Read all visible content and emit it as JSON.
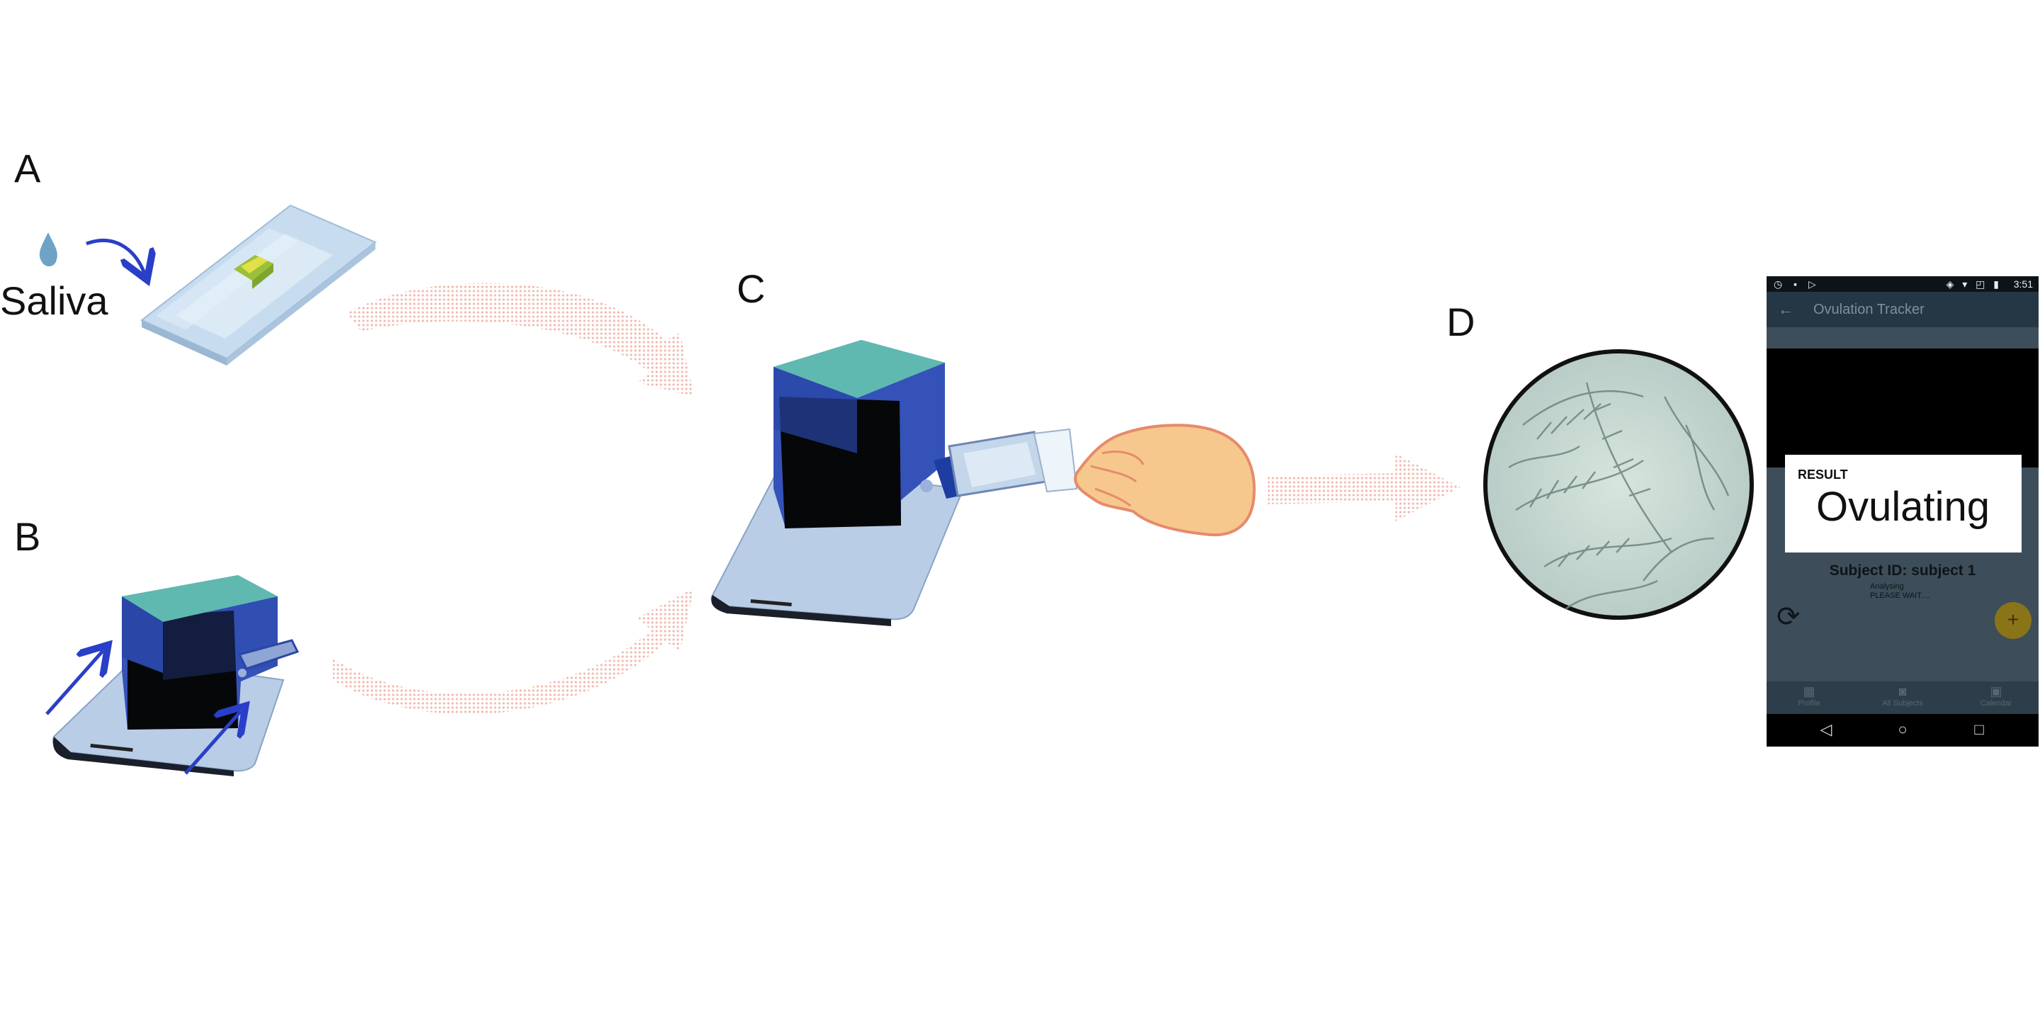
{
  "panels": {
    "a": "A",
    "b": "B",
    "c": "C",
    "d": "D"
  },
  "saliva_label": "Saliva",
  "colors": {
    "device_top": "#5fb9b0",
    "device_body": "#2f4fb0",
    "slide_glass": "#b8d4ec",
    "arrow_pink": "#f4c8c0",
    "blue_arrow": "#2a3fc8",
    "skin": "#f7c88e",
    "app_primary": "#253744",
    "fab": "#8a7418"
  },
  "phone": {
    "status_icons_left": "◷ ▪ ▷",
    "status_icons_right": "◈ ▾ ◰ ▮",
    "status_time": "3:51",
    "app_title": "Ovulation Tracker",
    "back_icon": "arrow-back-icon",
    "result_label": "RESULT",
    "result_value": "Ovulating",
    "subject_line": "Subject ID:  subject 1",
    "analysing": "Analysing",
    "please_wait": "PLEASE WAIT....",
    "fab_symbol": "+",
    "nav": [
      {
        "icon": "▦",
        "label": "Profile"
      },
      {
        "icon": "◙",
        "label": "All Subjects"
      },
      {
        "icon": "▣",
        "label": "Calendar"
      }
    ],
    "system_nav": {
      "back": "◁",
      "home": "○",
      "recent": "□"
    }
  }
}
